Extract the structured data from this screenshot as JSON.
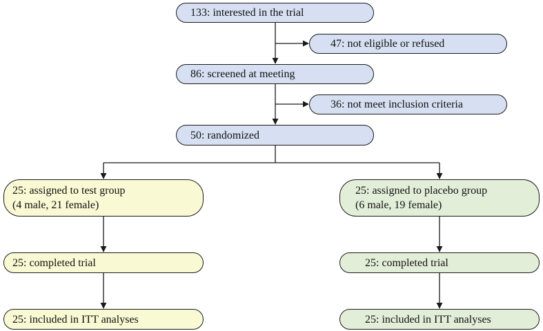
{
  "flow": {
    "interested": "133: interested in the trial",
    "not_eligible": "47: not eligible or refused",
    "screened": "86: screened at meeting",
    "not_meet_criteria": "36: not meet inclusion criteria",
    "randomized": "50: randomized"
  },
  "test_group": {
    "assigned": "25: assigned to test group",
    "assigned_detail": "(4 male, 21 female)",
    "completed": "25: completed trial",
    "itt": "25: included in ITT analyses"
  },
  "placebo_group": {
    "assigned": "25: assigned to placebo group",
    "assigned_detail": "(6 male, 19 female)",
    "completed": "25: completed trial",
    "itt": "25: included in ITT analyses"
  },
  "colors": {
    "enrollment_fill": "#d6e0f2",
    "test_fill": "#f9f9d4",
    "placebo_fill": "#e3eed9",
    "stroke": "#1a1a1a"
  }
}
